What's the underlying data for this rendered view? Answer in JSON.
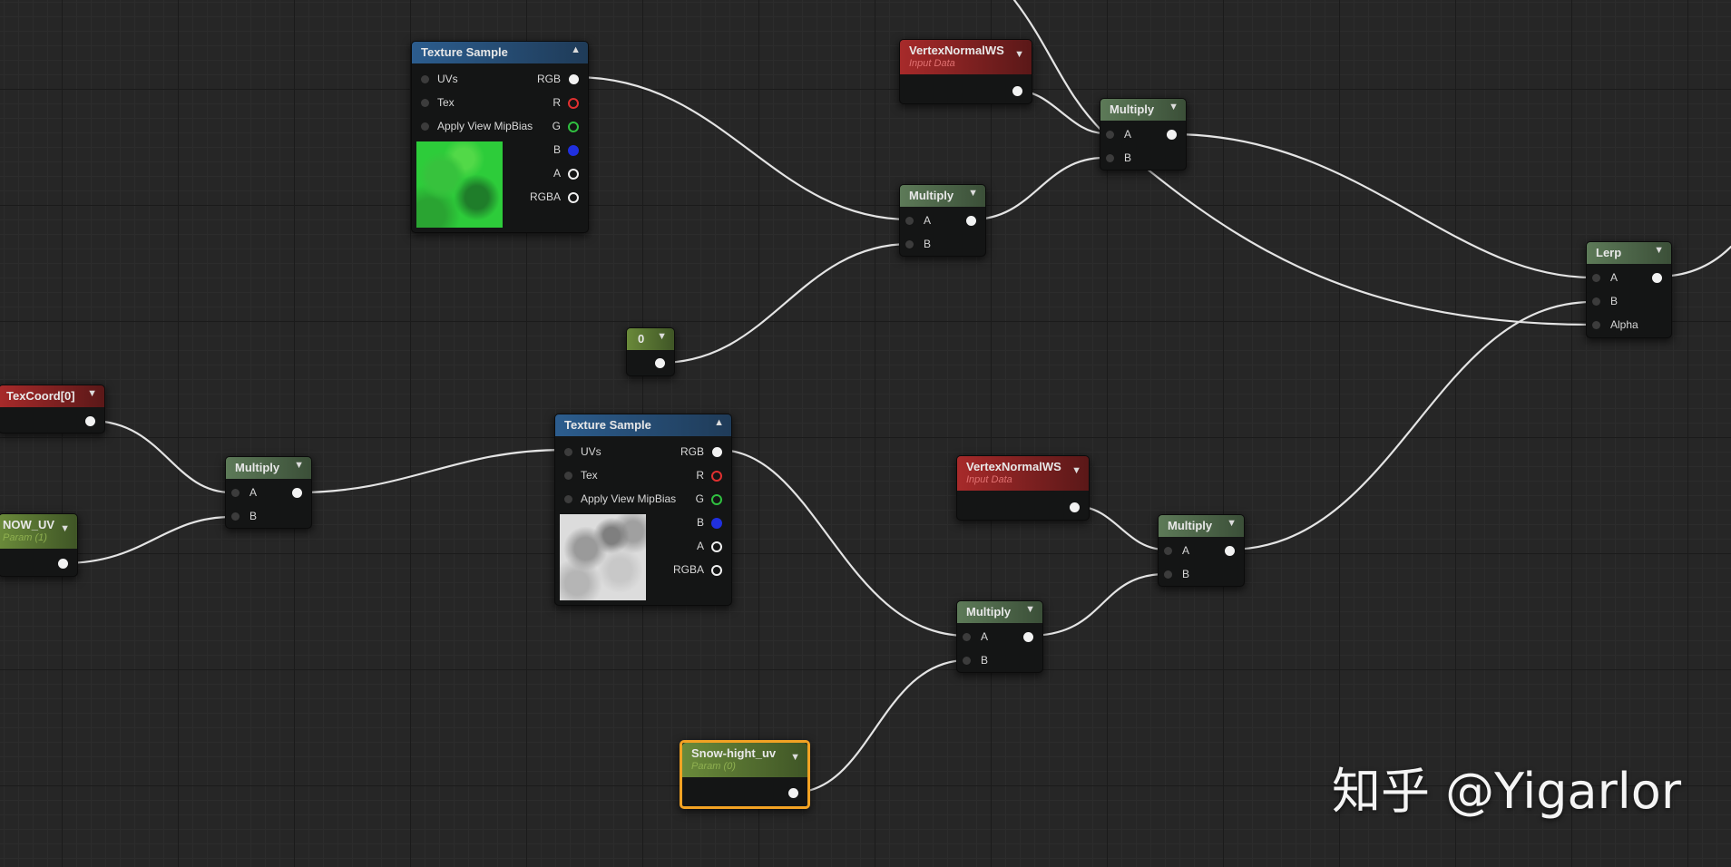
{
  "graph": {
    "texture_sample_top": {
      "title": "Texture Sample",
      "inputs": [
        "UVs",
        "Tex",
        "Apply View MipBias"
      ],
      "outputs": [
        "RGB",
        "R",
        "G",
        "B",
        "A",
        "RGBA"
      ]
    },
    "texture_sample_bottom": {
      "title": "Texture Sample",
      "inputs": [
        "UVs",
        "Tex",
        "Apply View MipBias"
      ],
      "outputs": [
        "RGB",
        "R",
        "G",
        "B",
        "A",
        "RGBA"
      ]
    },
    "vertex_normal_top": {
      "title": "VertexNormalWS",
      "subtitle": "Input Data"
    },
    "vertex_normal_bottom": {
      "title": "VertexNormalWS",
      "subtitle": "Input Data"
    },
    "multiply_top_right": {
      "title": "Multiply",
      "inputs": [
        "A",
        "B"
      ]
    },
    "multiply_top_center": {
      "title": "Multiply",
      "inputs": [
        "A",
        "B"
      ]
    },
    "multiply_left": {
      "title": "Multiply",
      "inputs": [
        "A",
        "B"
      ]
    },
    "multiply_bottom_center": {
      "title": "Multiply",
      "inputs": [
        "A",
        "B"
      ]
    },
    "multiply_bottom_right": {
      "title": "Multiply",
      "inputs": [
        "A",
        "B"
      ]
    },
    "lerp": {
      "title": "Lerp",
      "inputs": [
        "A",
        "B",
        "Alpha"
      ]
    },
    "constant": {
      "title": "0"
    },
    "texcoord": {
      "title": "TexCoord[0]"
    },
    "snow_uv_param": {
      "title": "NOW_UV",
      "subtitle": "Param (1)"
    },
    "snow_height_param": {
      "title": "Snow-hight_uv",
      "subtitle": "Param (0)"
    }
  },
  "watermark": "知乎 @Yigarlor",
  "colors": {
    "canvas": "#262626",
    "wire": "#e8e8e8",
    "header_texture": "#2c5d8e",
    "header_math": "#5d7a58",
    "header_input": "#a72a2a",
    "header_param": "#6a8a3a",
    "selection": "#f2a223",
    "pin_r": "#e03030",
    "pin_g": "#30c040",
    "pin_b": "#2030e0"
  },
  "icons": [
    "chevron-up-icon",
    "chevron-down-icon",
    "pin-icon"
  ]
}
